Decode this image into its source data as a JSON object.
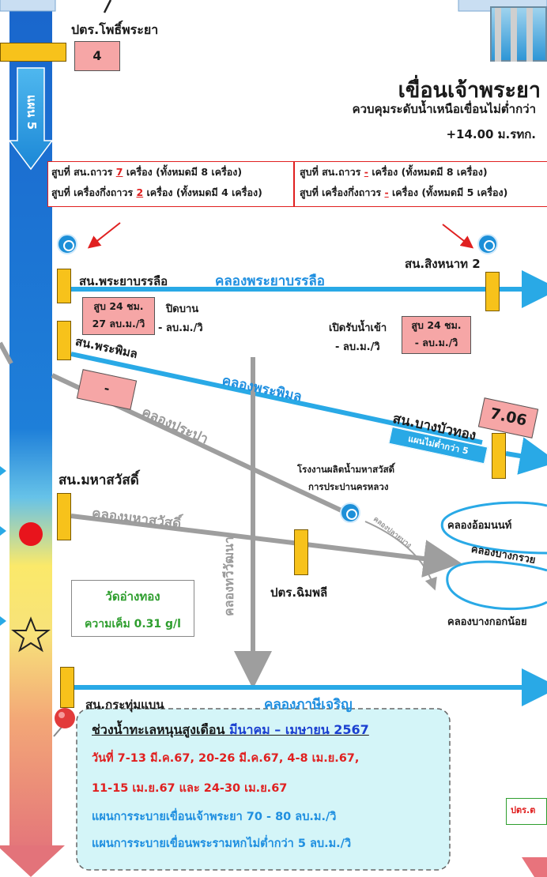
{
  "top_gate": {
    "name": "ปตร.โพธิ์พระยา",
    "value": "4"
  },
  "river_plan": "แผน 5",
  "dam": {
    "title": "เขื่อนเจ้าพระยา",
    "subtitle": "ควบคุมระดับน้ำเหนือเขื่อนไม่ต่ำกว่า",
    "level": "+14.00 ม.รทก."
  },
  "pump_info_left": {
    "line1_prefix": "สูบที่ สน.ถาวร",
    "line1_value": "7",
    "line1_suffix": "เครื่อง (ทั้งหมดมี 8 เครื่อง)",
    "line2_prefix": "สูบที่ เครื่องกึ่งถาวร",
    "line2_value": "2",
    "line2_suffix": "เครื่อง (ทั้งหมดมี 4 เครื่อง)"
  },
  "pump_info_right": {
    "line1_prefix": "สูบที่ สน.ถาวร",
    "line1_value": "-",
    "line1_suffix": "เครื่อง (ทั้งหมดมี 8 เครื่อง)",
    "line2_prefix": "สูบที่ เครื่องกึ่งถาวร",
    "line2_value": "-",
    "line2_suffix": "เครื่อง (ทั้งหมดมี 5 เครื่อง)"
  },
  "stations": {
    "phraya_banlue": "สน.พระยาบรรลือ",
    "singhanat": "สน.สิงหนาท 2",
    "phra_phimon": "สน.พระพิมล",
    "bang_bua_thong": "สน.บางบัวทอง",
    "maha_sawat": "สน.มหาสวัสดิ์",
    "chim_phli": "ปตร.ฉิมพลี",
    "krathum_baen": "สน.กระทุ่มแบน",
    "partial_right": "ปตร.ต"
  },
  "canals": {
    "phraya_banlue": "คลองพระยาบรรลือ",
    "phra_phimon": "คลองพระพิมล",
    "prapa": "คลองประปา",
    "maha_sawat": "คลองมหาสวัสดิ์",
    "thawi_watthana": "คลองทวีวัฒนา",
    "pla_bang": "คลองปลายบาง",
    "om_non": "คลองอ้อมนนท์",
    "bang_kruai": "คลองบางกรวย",
    "bang_kok_noi": "คลองบางกอกน้อย",
    "phasi_charoen": "คลองภาษีเจริญ"
  },
  "phraya_banlue_status": {
    "pump_line1": "สูบ 24 ชม.",
    "pump_line2": "27 ลบ.ม./วิ",
    "gate_line1": "ปิดบาน",
    "gate_line2": "- ลบ.ม./วิ"
  },
  "singhanat_status": {
    "intake_line1": "เปิดรับน้ำเข้า",
    "intake_line2": "- ลบ.ม./วิ",
    "pump_line1": "สูบ 24 ชม.",
    "pump_line2": "- ลบ.ม./วิ"
  },
  "phra_phimon_value": "-",
  "bang_bua_thong_value": "7.06",
  "bang_bua_thong_plan": "แผนไม่ต่ำกว่า 5",
  "water_plant": {
    "line1": "โรงงานผลิตน้ำมหาสวัสดิ์",
    "line2": "การประปานครหลวง"
  },
  "salinity": {
    "location": "วัดอ่างทอง",
    "reading": "ความเค็ม 0.31 g/l"
  },
  "notice": {
    "title_prefix": "ช่วงน้ำทะเลหนุนสูงเดือน",
    "title_months": "มีนาคม – เมษายน 2567",
    "dates_line1": "วันที่ 7-13 มี.ค.67, 20-26 มี.ค.67, 4-8 เม.ย.67,",
    "dates_line2": "11-15 เม.ย.67 และ 24-30 เม.ย.67",
    "plan_line1": "แผนการระบายเขื่อนเจ้าพระยา 70 - 80 ลบ.ม./วิ",
    "plan_line2": "แผนการระบายเขื่อนพระรามหกไม่ต่ำกว่า 5 ลบ.ม./วิ"
  },
  "colors": {
    "river_blue": "#1c6fd1",
    "canal_blue": "#29a9e6",
    "canal_grey": "#9e9e9e",
    "gate_yellow": "#f7c21b",
    "alert_red": "#e02020",
    "pink": "#f6a6a6"
  }
}
